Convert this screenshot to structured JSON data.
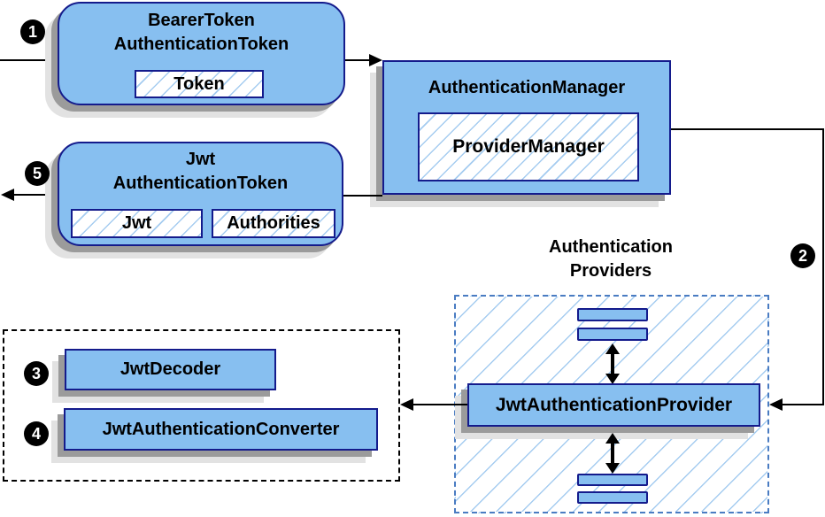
{
  "colors": {
    "node_fill": "#87BFF0",
    "node_border": "#141B8C",
    "hatch_line": "#A5CCF0",
    "providers_dashed_border": "#4A7CC2",
    "tools_dotted_border": "#000000",
    "shadow_dark": "#9B9B9B",
    "shadow_light": "#E2E2E2",
    "arrow": "#000000",
    "marker_bg": "#000000",
    "marker_text": "#FFFFFF",
    "background": "#FFFFFF"
  },
  "steps": {
    "s1": "1",
    "s2": "2",
    "s3": "3",
    "s4": "4",
    "s5": "5"
  },
  "nodes": {
    "bearer_token": {
      "title_line1": "BearerToken",
      "title_line2": "AuthenticationToken",
      "field_token": "Token"
    },
    "authentication_manager": {
      "title": "AuthenticationManager",
      "field_provider_manager": "ProviderManager"
    },
    "jwt_authentication_token": {
      "title_line1": "Jwt",
      "title_line2": "AuthenticationToken",
      "field_jwt": "Jwt",
      "field_authorities": "Authorities"
    },
    "authentication_providers": {
      "heading_line1": "Authentication",
      "heading_line2": "Providers",
      "provider": "JwtAuthenticationProvider"
    },
    "jwt_tools": {
      "decoder": "JwtDecoder",
      "converter": "JwtAuthenticationConverter"
    }
  }
}
